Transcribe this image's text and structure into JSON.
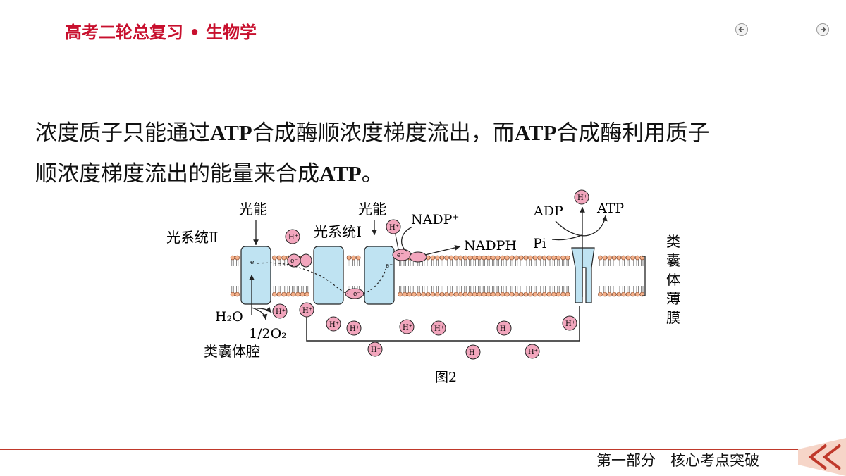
{
  "header": {
    "title": "高考二轮总复习 • 生物学"
  },
  "body": {
    "lines": [
      {
        "parts": [
          {
            "t": "浓度质子只能通过",
            "b": false
          },
          {
            "t": "ATP",
            "b": true
          },
          {
            "t": "合成酶顺浓度梯度流出，而",
            "b": false
          },
          {
            "t": "ATP",
            "b": true
          },
          {
            "t": "合成酶利用质子",
            "b": false
          }
        ]
      },
      {
        "parts": [
          {
            "t": "顺浓度梯度流出的能量来合成",
            "b": false
          },
          {
            "t": "ATP",
            "b": true
          },
          {
            "t": "。",
            "b": false
          }
        ]
      }
    ]
  },
  "diagram": {
    "light1": "光能",
    "light2": "光能",
    "ps2": "光系统Ⅱ",
    "ps1": "光系统Ⅰ",
    "nadp": "NADP⁺",
    "nadph": "NADPH",
    "adp": "ADP",
    "atp": "ATP",
    "pi": "Pi",
    "water": "H₂O",
    "oxygen": "1/2O₂",
    "lumen": "类囊体腔",
    "membrane": "类囊体薄膜",
    "figure_caption": "图2",
    "h_ion": "H⁺",
    "electron": "e⁻"
  },
  "footer": {
    "text": "第一部分　核心考点突破"
  },
  "colors": {
    "accent": "#c8102e",
    "protein": "#bfe3f2",
    "ion": "#f2a6bd",
    "footer_line": "#c0392b"
  }
}
